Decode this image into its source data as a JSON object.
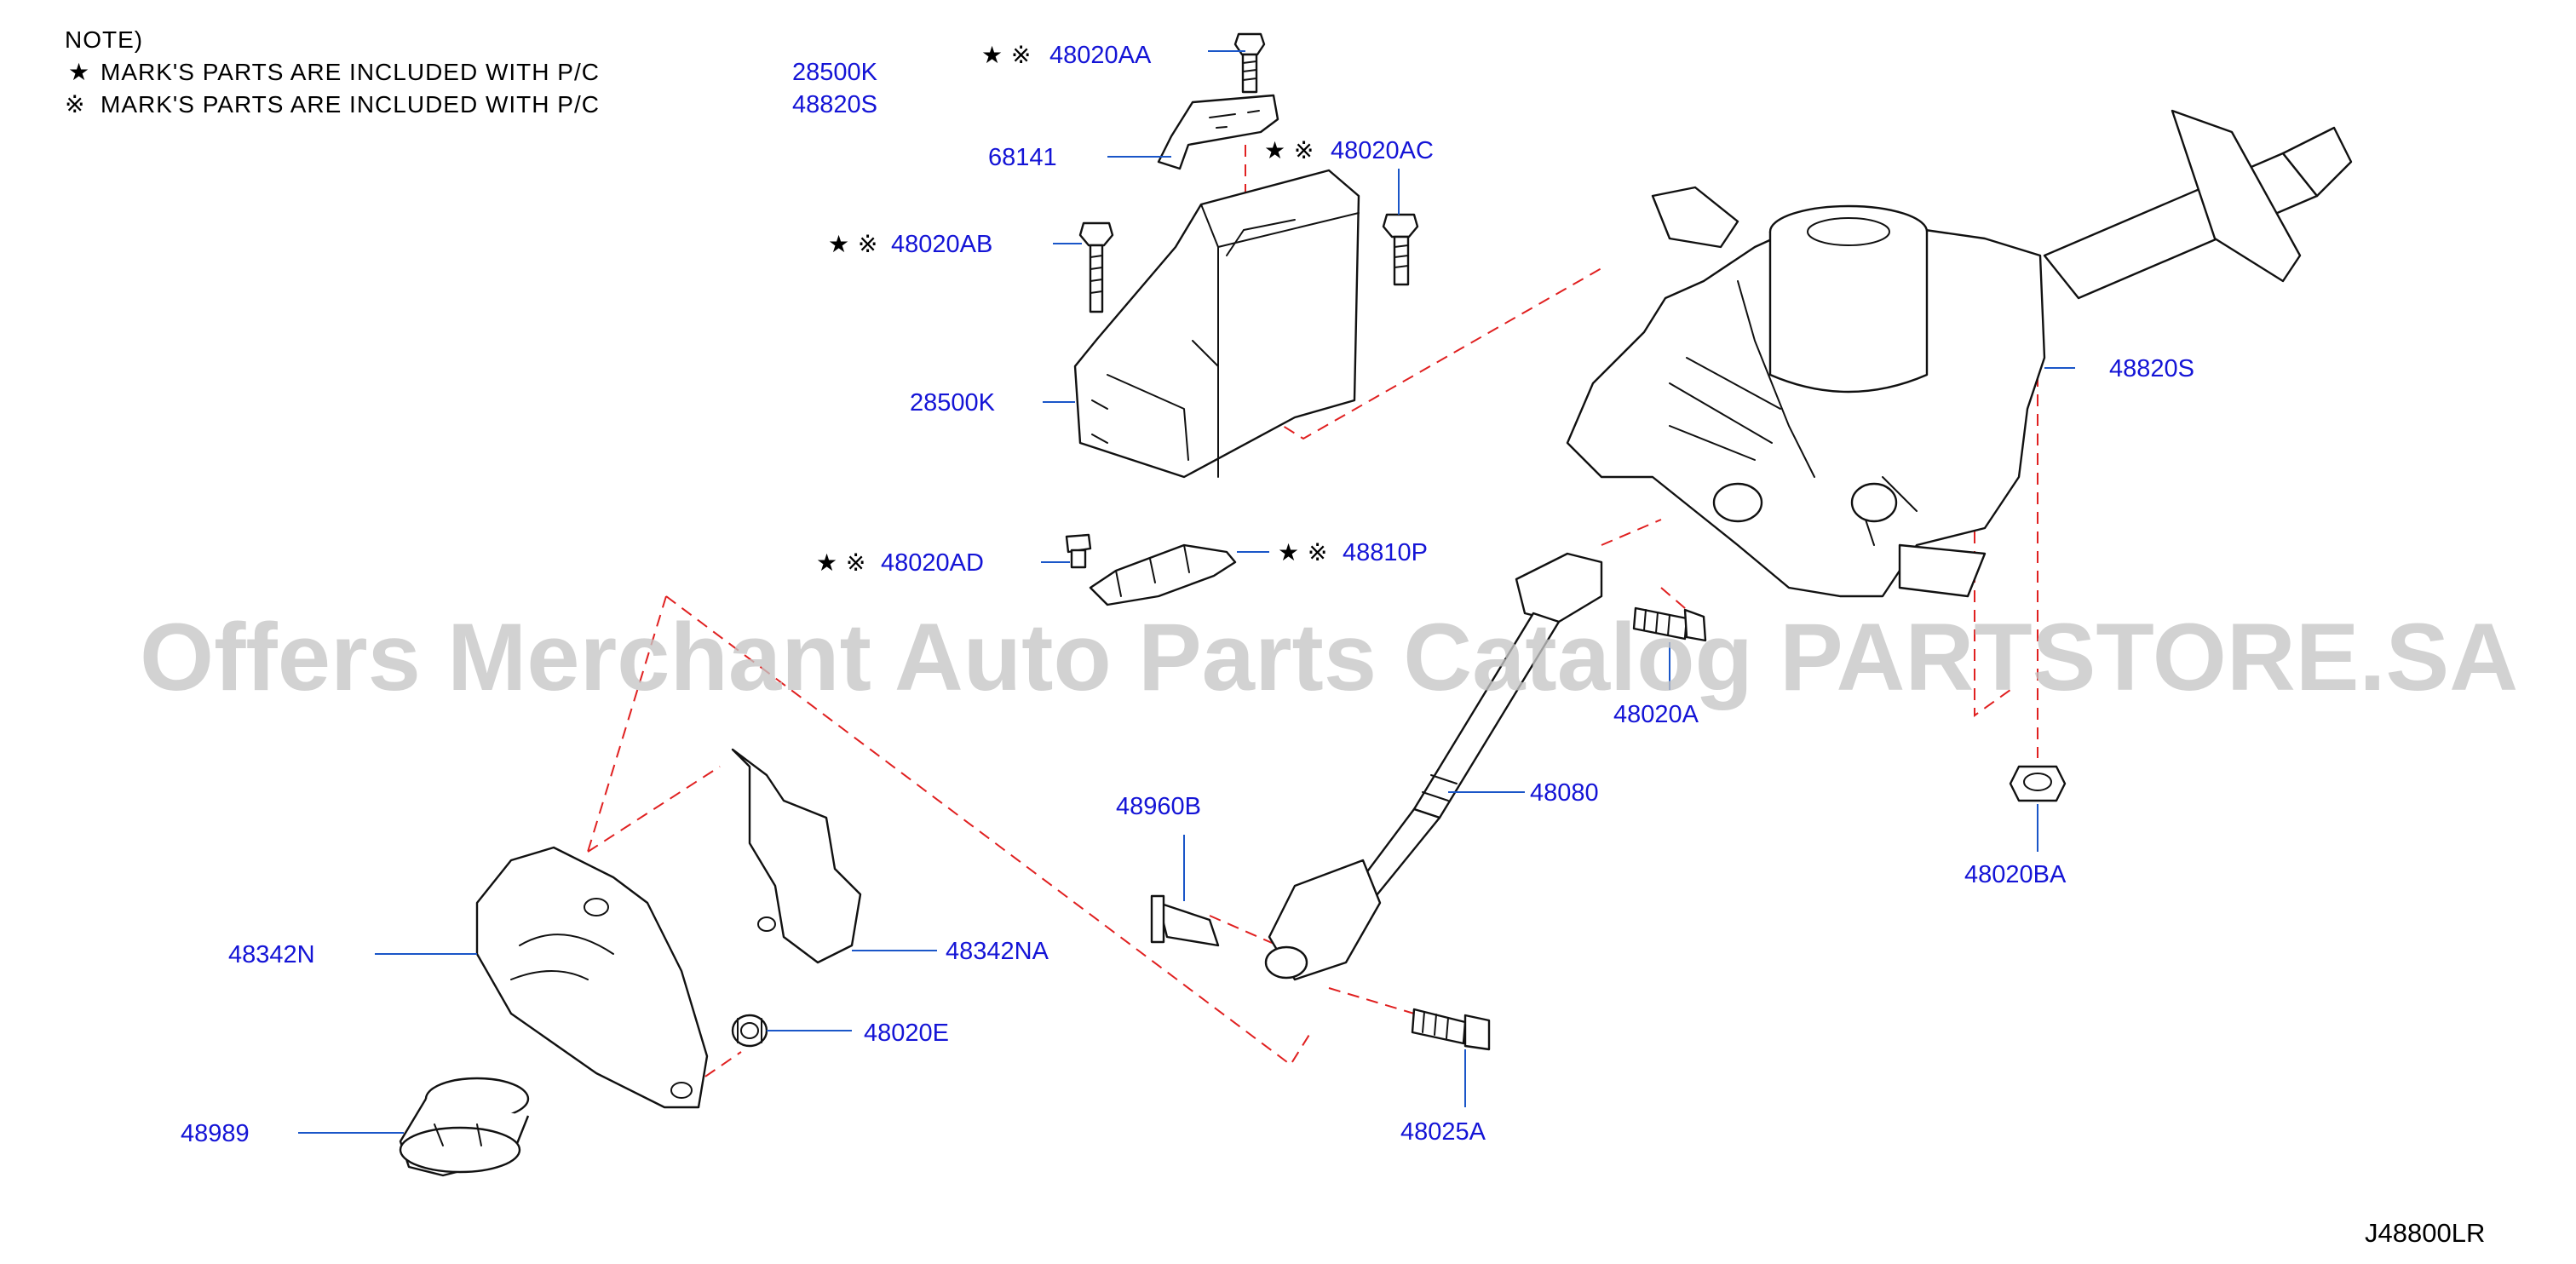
{
  "notes": {
    "heading": "NOTE)",
    "star_symbol": "★",
    "kome_symbol": "※",
    "line1": {
      "text": "MARK'S   PARTS   ARE   INCLUDED   WITH   P/C",
      "ref": "28500K"
    },
    "line2": {
      "text": "MARK'S   PARTS   ARE   INCLUDED   WITH   P/C",
      "ref": "48820S"
    }
  },
  "watermark": "Offers Merchant Auto Parts Catalog PARTSTORE.SA",
  "diagram_code": "J48800LR",
  "callouts": {
    "c48020AA": {
      "marks": "★ ※",
      "label": "48020AA"
    },
    "c68141": {
      "marks": "",
      "label": "68141"
    },
    "c48020AC": {
      "marks": "★ ※",
      "label": "48020AC"
    },
    "c48020AB": {
      "marks": "★ ※",
      "label": "48020AB"
    },
    "c28500K": {
      "marks": "",
      "label": "28500K"
    },
    "c48820S": {
      "marks": "",
      "label": "48820S"
    },
    "c48020AD": {
      "marks": "★ ※",
      "label": "48020AD"
    },
    "c48810P": {
      "marks": "★ ※",
      "label": "48810P"
    },
    "c48020A": {
      "marks": "",
      "label": "48020A"
    },
    "c48080": {
      "marks": "",
      "label": "48080"
    },
    "c48960B": {
      "marks": "",
      "label": "48960B"
    },
    "c48020BA": {
      "marks": "",
      "label": "48020BA"
    },
    "c48342N": {
      "marks": "",
      "label": "48342N"
    },
    "c48342NA": {
      "marks": "",
      "label": "48342NA"
    },
    "c48020E": {
      "marks": "",
      "label": "48020E"
    },
    "c48989": {
      "marks": "",
      "label": "48989"
    },
    "c48025A": {
      "marks": "",
      "label": "48025A"
    }
  },
  "colors": {
    "callout_text": "#1414d6",
    "leader_line": "#1a56c8",
    "dashed_reference": "#e02020",
    "watermark": "#c6c6c6"
  }
}
